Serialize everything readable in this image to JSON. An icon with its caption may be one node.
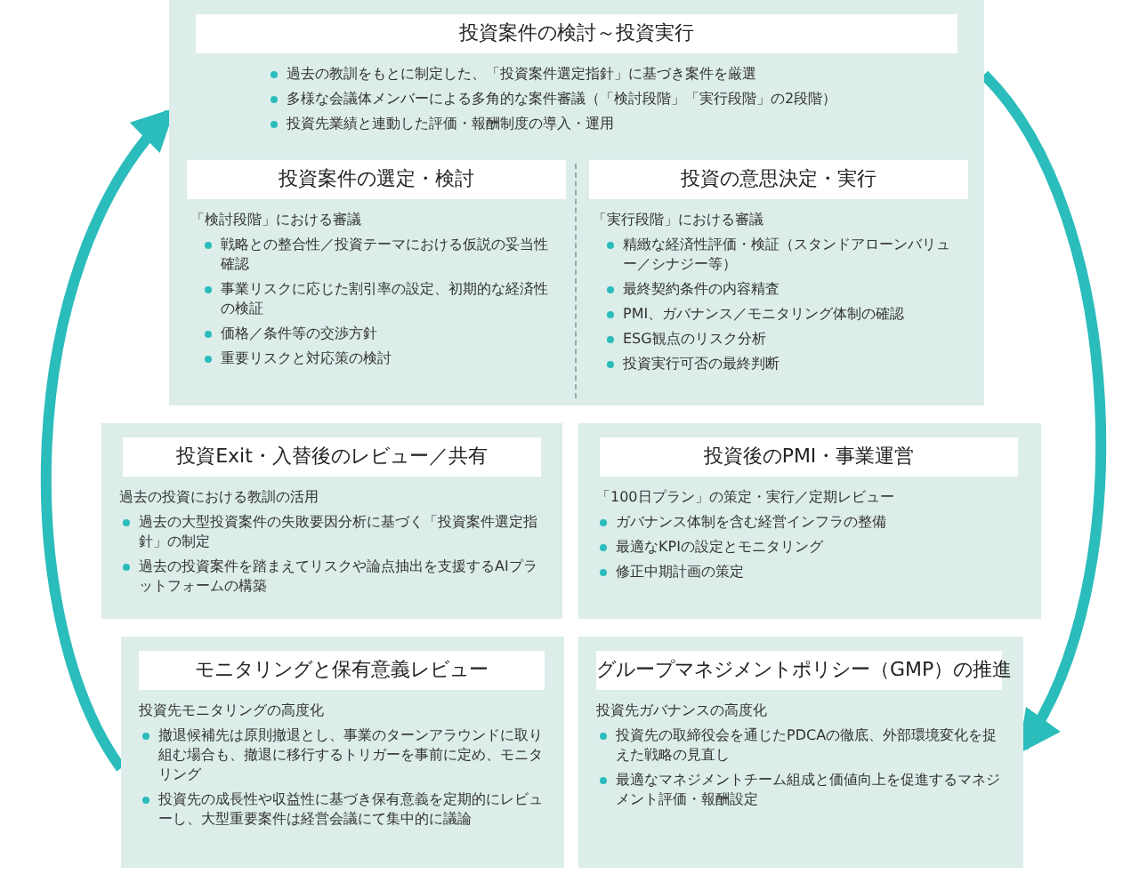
{
  "diagram": {
    "nodes": [
      {
        "text": [
          "投資案件の検討～投資実行",
          "過去の教訓をもとに制定した、「投資案件選定指針」に基づき案件を厳選",
          "多様な会議体メンバーによる多角的な案件審議（「検討段階」「実行段階」の2段階）",
          "投資先業績と連動した評価・報酬制度の導入・運用"
        ]
      },
      {
        "text": [
          "投資案件の選定・検討",
          "「検討段階」における審議",
          "戦略との整合性／投資テーマにおける仮説の妥当性確認",
          "事業リスクに応じた割引率の設定、初期的な経済性の検証",
          "価格／条件等の交渉方針",
          "重要リスクと対応策の検討"
        ],
        "in": 0
      },
      {
        "text": [
          "投資の意思決定・実行",
          "「実行段階」における審議",
          "精緻な経済性評価・検証（スタンドアローンバリュー／シナジー等）",
          "最終契約条件の内容精査",
          "PMI、ガバナンス／モニタリング体制の確認",
          "ESG観点のリスク分析",
          "投資実行可否の最終判断"
        ],
        "in": 0
      },
      {
        "text": [
          "投資Exit・入替後のレビュー／共有",
          "過去の投資における教訓の活用",
          "過去の大型投資案件の失敗要因分析に基づく「投資案件選定指針」の制定",
          "過去の投資案件を踏まえてリスクや論点抽出を支援するAIプラットフォームの構築"
        ]
      },
      {
        "text": [
          "投資後のPMI・事業運営",
          "「100日プラン」の策定・実行／定期レビュー",
          "ガバナンス体制を含む経営インフラの整備",
          "最適なKPIの設定とモニタリング",
          "修正中期計画の策定"
        ]
      },
      {
        "text": [
          "モニタリングと保有意義レビュー",
          "投資先モニタリングの高度化",
          "撤退候補先は原則撤退とし、事業のターンアラウンドに取り組む場合も、撤退に移行するトリガーを事前に定め、モニタリング",
          "投資先の成長性や収益性に基づき保有意義を定期的にレビューし、大型重要案件は経営会議にて集中的に議論"
        ]
      },
      {
        "text": [
          "グループマネジメントポリシー（GMP）の推進",
          "投資先ガバナンスの高度化",
          "投資先の取締役会を通じたPDCAの徹底、外部環境変化を捉えた戦略の見直し",
          "最適なマネジメントチーム組成と価値向上を促進するマネジメント評価・報酬設定"
        ]
      }
    ],
    "edges": [
      {
        "from": 5,
        "to": 0,
        "arrow": "to"
      },
      {
        "from": 0,
        "to": 6,
        "arrow": "to"
      }
    ]
  }
}
